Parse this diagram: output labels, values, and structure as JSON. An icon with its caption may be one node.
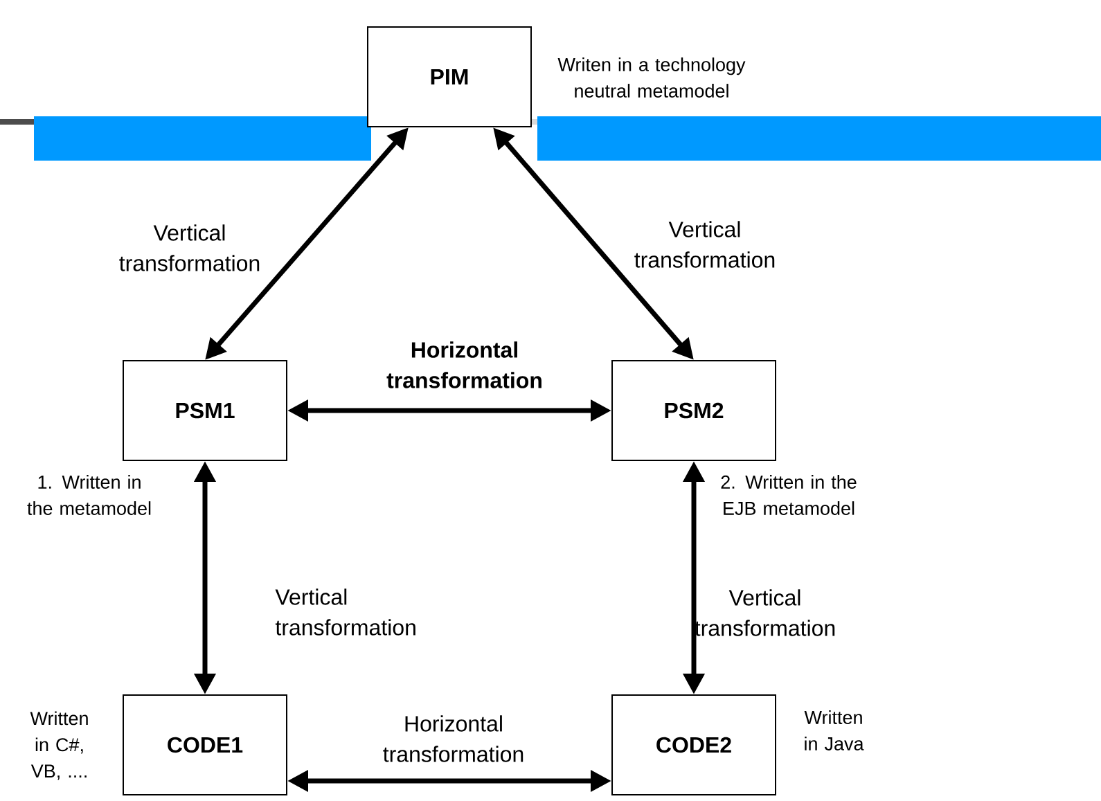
{
  "diagram": {
    "nodes": [
      {
        "text": [
          "PIM"
        ],
        "beside": [
          "Writen in a technology neutral metamodel"
        ]
      },
      {
        "text": [
          "PSM1"
        ],
        "beside": [
          "1. Written in the metamodel"
        ]
      },
      {
        "text": [
          "PSM2"
        ],
        "beside": [
          "2. Written in the EJB metamodel"
        ]
      },
      {
        "text": [
          "CODE1"
        ],
        "beside": [
          "Written in C#, VB, ...."
        ]
      },
      {
        "text": [
          "CODE2"
        ],
        "beside": [
          "Written in Java"
        ]
      }
    ],
    "edges": [
      {
        "from": 0,
        "to": 1,
        "arrow": "both",
        "label": "Vertical transformation"
      },
      {
        "from": 0,
        "to": 2,
        "arrow": "both",
        "label": "Vertical transformation"
      },
      {
        "from": 1,
        "to": 2,
        "arrow": "both",
        "label": "Horizontal transformation"
      },
      {
        "from": 1,
        "to": 3,
        "arrow": "both",
        "label": "Vertical transformation"
      },
      {
        "from": 2,
        "to": 4,
        "arrow": "both",
        "label": "Vertical transformation"
      },
      {
        "from": 3,
        "to": 4,
        "arrow": "both",
        "label": "Horizontal transformation"
      }
    ]
  }
}
